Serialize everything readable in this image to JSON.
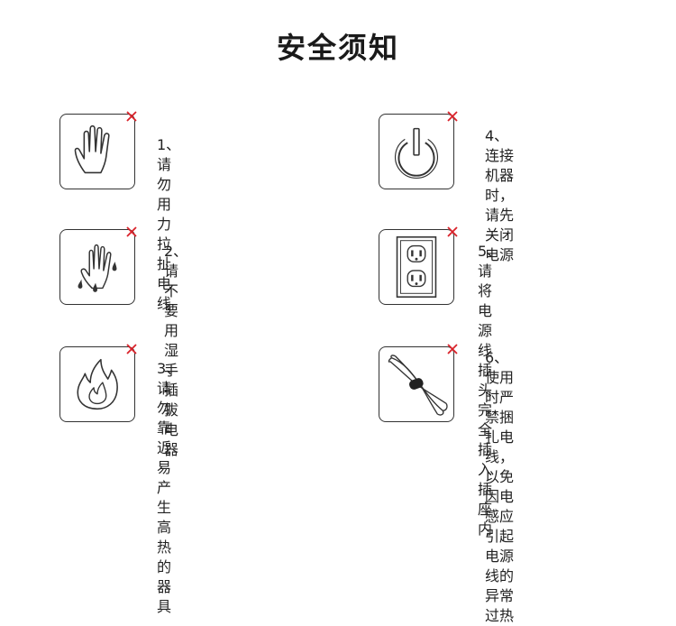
{
  "title": "安全须知",
  "colors": {
    "accent": "#d9222a",
    "line": "#333333"
  },
  "items": [
    {
      "text": "1、请勿用力拉扯电线",
      "icon": "hand-icon"
    },
    {
      "text": "2、请不要用湿手插拔\n电器",
      "icon": "wet-hand-icon"
    },
    {
      "text": "3、请勿靠近易产生\n高热的器具",
      "icon": "fire-icon"
    },
    {
      "text": "4、连接机器时，请先\n关闭电源",
      "icon": "power-icon"
    },
    {
      "text": "5、请将电源线插头完全\n插入插座内",
      "icon": "outlet-icon"
    },
    {
      "text": "6、使用时严禁捆扎电\n线，以免因电感应引起\n电源线的异常过热",
      "icon": "coiled-cable-icon"
    }
  ]
}
